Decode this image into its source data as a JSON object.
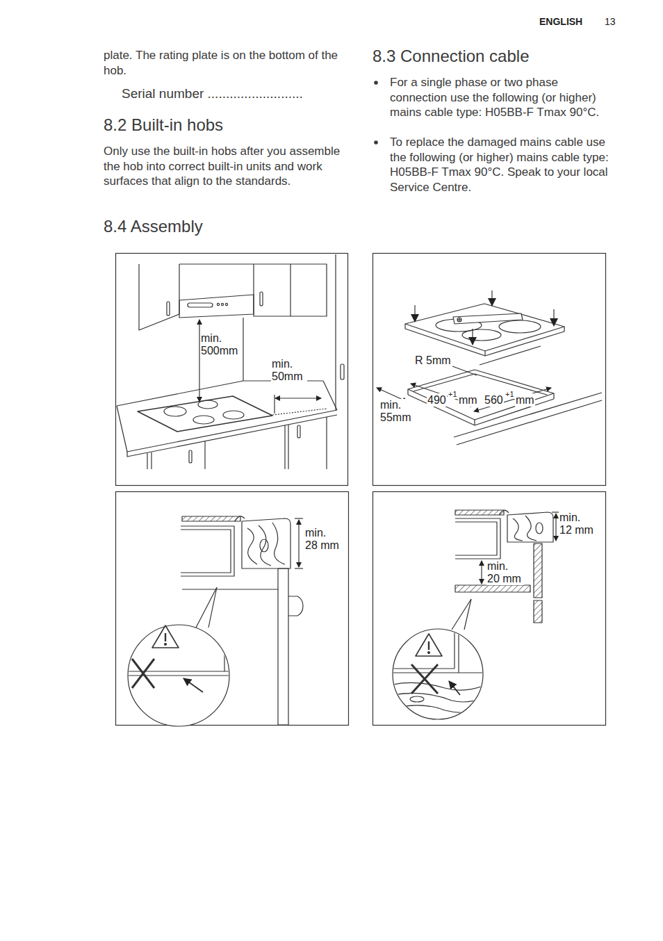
{
  "diagram": {
    "labels": [
      "ENGLISH",
      "13",
      "plate. The rating plate is on the bottom of the hob.",
      "Serial number ..........................",
      "8.2 Built-in hobs",
      "Only use the built-in hobs after you assemble the hob into correct built-in units and work surfaces that align to the standards.",
      "8.3 Connection cable",
      "For a single phase or two phase connection use the following (or higher) mains cable type: H05BB-F Tmax 90°C.",
      "To replace the damaged mains cable use the following (or higher) mains cable type: H05BB-F Tmax 90°C. Speak to your local Service Centre.",
      "8.4 Assembly",
      "min. 500mm",
      "min. 50mm",
      "R 5mm",
      "490",
      "+1",
      "mm",
      "560",
      "+1",
      "mm",
      "min. 55mm",
      "min. 28 mm",
      "min. 12 mm",
      "min. 20 mm"
    ]
  }
}
